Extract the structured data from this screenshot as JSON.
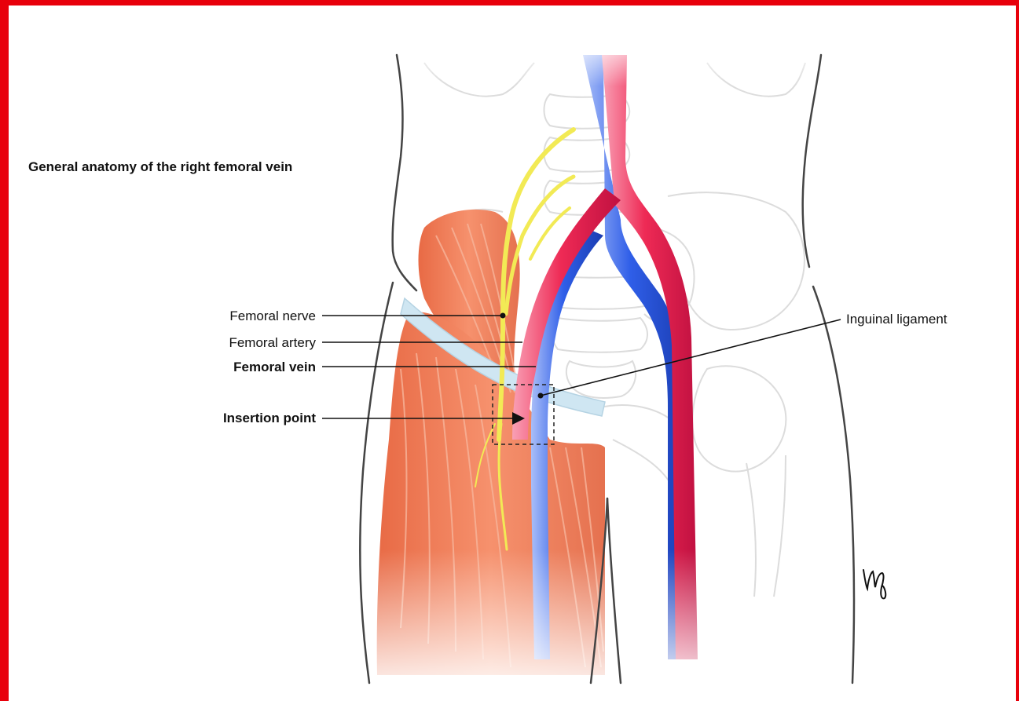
{
  "title": "General anatomy of the right femoral vein",
  "labels": {
    "femoral_nerve": "Femoral nerve",
    "femoral_artery": "Femoral artery",
    "femoral_vein": "Femoral vein",
    "insertion_point": "Insertion point",
    "inguinal_ligament": "Inguinal ligament"
  },
  "colors": {
    "frame": "#e8000b",
    "artery": "#ee2a55",
    "vein": "#2f5ee8",
    "nerve": "#f2ea55",
    "muscle": "#f0805a",
    "ligament": "#cfe6f2",
    "bone_outline": "#d9d9d9",
    "body_outline": "#444444"
  },
  "icons": [
    "illustrator-signature-mark"
  ]
}
